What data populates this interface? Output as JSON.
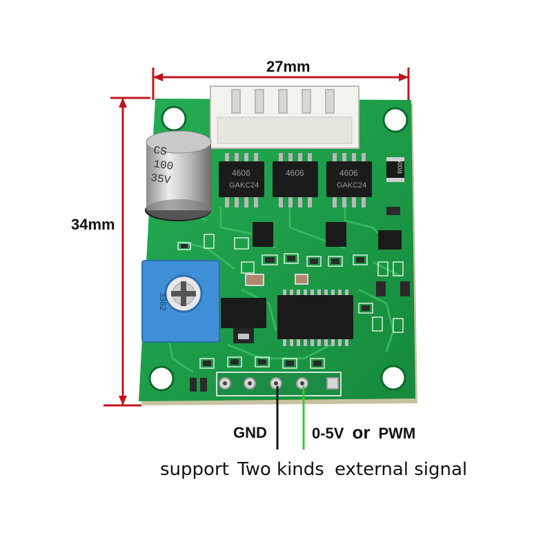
{
  "dimensions": {
    "width_label": "27mm",
    "height_label": "34mm"
  },
  "components": {
    "capacitor_text": [
      "CS",
      "100",
      "35V"
    ],
    "mosfet_text": [
      "4606",
      "4606",
      "4606"
    ],
    "mosfet_sub": [
      "GAKC24",
      "",
      "GAKC24"
    ],
    "resistor_code": "R005",
    "pot_code": "3362"
  },
  "pins": {
    "gnd_label": "GND",
    "signal_label_a": "0-5V",
    "signal_or": "or",
    "signal_label_b": "PWM"
  },
  "caption": {
    "part1": "support",
    "part2": "Two kinds",
    "part3": "external signal"
  },
  "colors": {
    "dimension_line": "#c0141e",
    "pcb": "#1e9a4a",
    "gnd_line": "#111111",
    "signal_line": "#33cc33"
  }
}
